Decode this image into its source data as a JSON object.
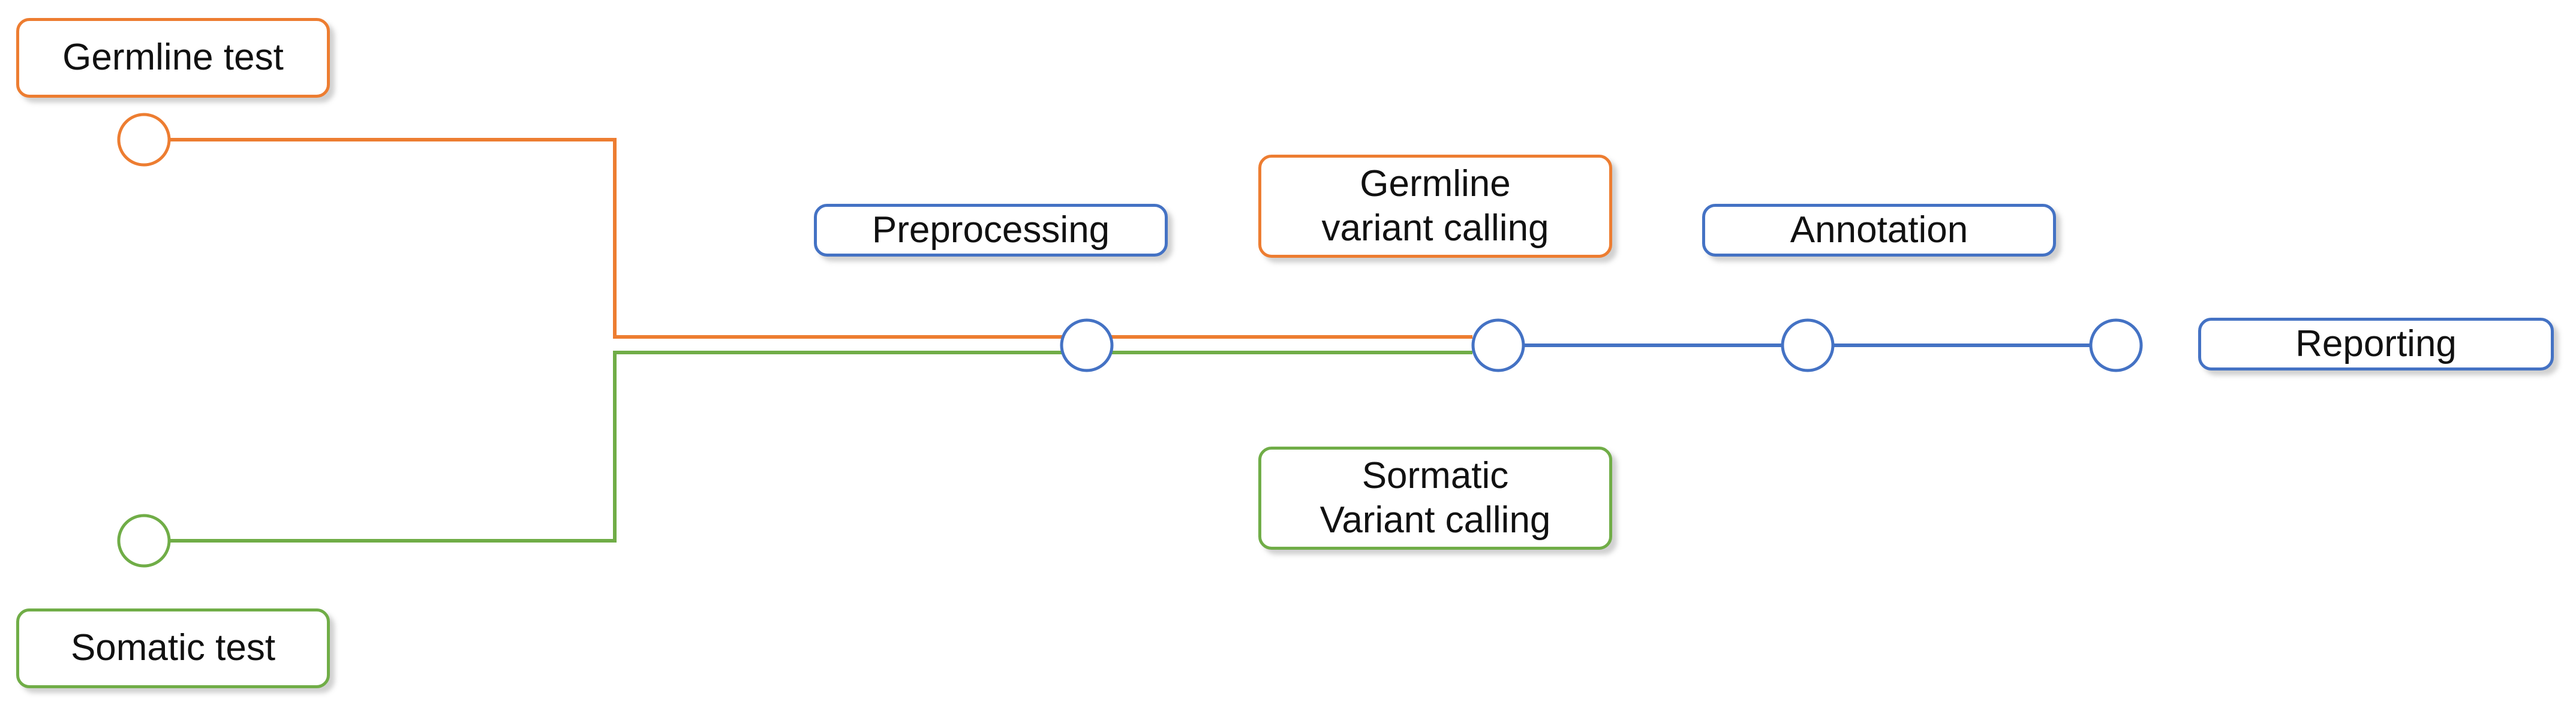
{
  "colors": {
    "germline": "#ed7d31",
    "somatic": "#70ad47",
    "common": "#4472c4",
    "node_fill": "#ffffff",
    "text": "#111111"
  },
  "labels": {
    "germline_test": "Germline test",
    "somatic_test": "Somatic test",
    "preprocessing": "Preprocessing",
    "germline_variant_calling": "Germline\nvariant calling",
    "annotation": "Annotation",
    "reporting": "Reporting",
    "somatic_variant_calling": "Sormatic\nVariant calling"
  },
  "flow": {
    "germline_path": [
      "Germline test",
      "Preprocessing",
      "Germline variant calling",
      "Annotation",
      "Reporting"
    ],
    "somatic_path": [
      "Somatic test",
      "Preprocessing",
      "Sormatic Variant calling",
      "Annotation",
      "Reporting"
    ]
  }
}
